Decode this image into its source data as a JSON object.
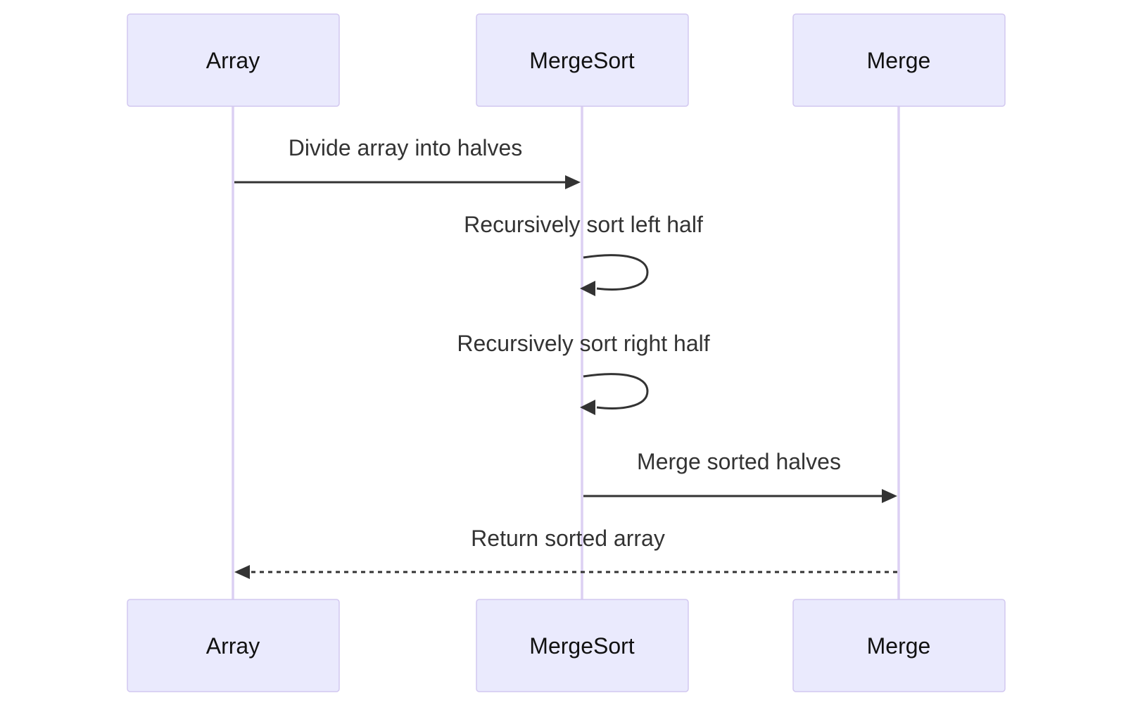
{
  "actors": [
    {
      "id": "array",
      "label": "Array"
    },
    {
      "id": "mergesort",
      "label": "MergeSort"
    },
    {
      "id": "merge",
      "label": "Merge"
    }
  ],
  "messages": [
    {
      "from": "array",
      "to": "mergesort",
      "label": "Divide array into halves",
      "style": "solid"
    },
    {
      "from": "mergesort",
      "to": "mergesort",
      "label": "Recursively sort left half",
      "style": "solid"
    },
    {
      "from": "mergesort",
      "to": "mergesort",
      "label": "Recursively sort right half",
      "style": "solid"
    },
    {
      "from": "mergesort",
      "to": "merge",
      "label": "Merge sorted halves",
      "style": "solid"
    },
    {
      "from": "merge",
      "to": "array",
      "label": "Return sorted array",
      "style": "dashed"
    }
  ],
  "colors": {
    "actor_fill": "#eaeafd",
    "actor_stroke": "#d2c8f0",
    "lifeline": "#dcd0f3",
    "arrow": "#333333"
  }
}
